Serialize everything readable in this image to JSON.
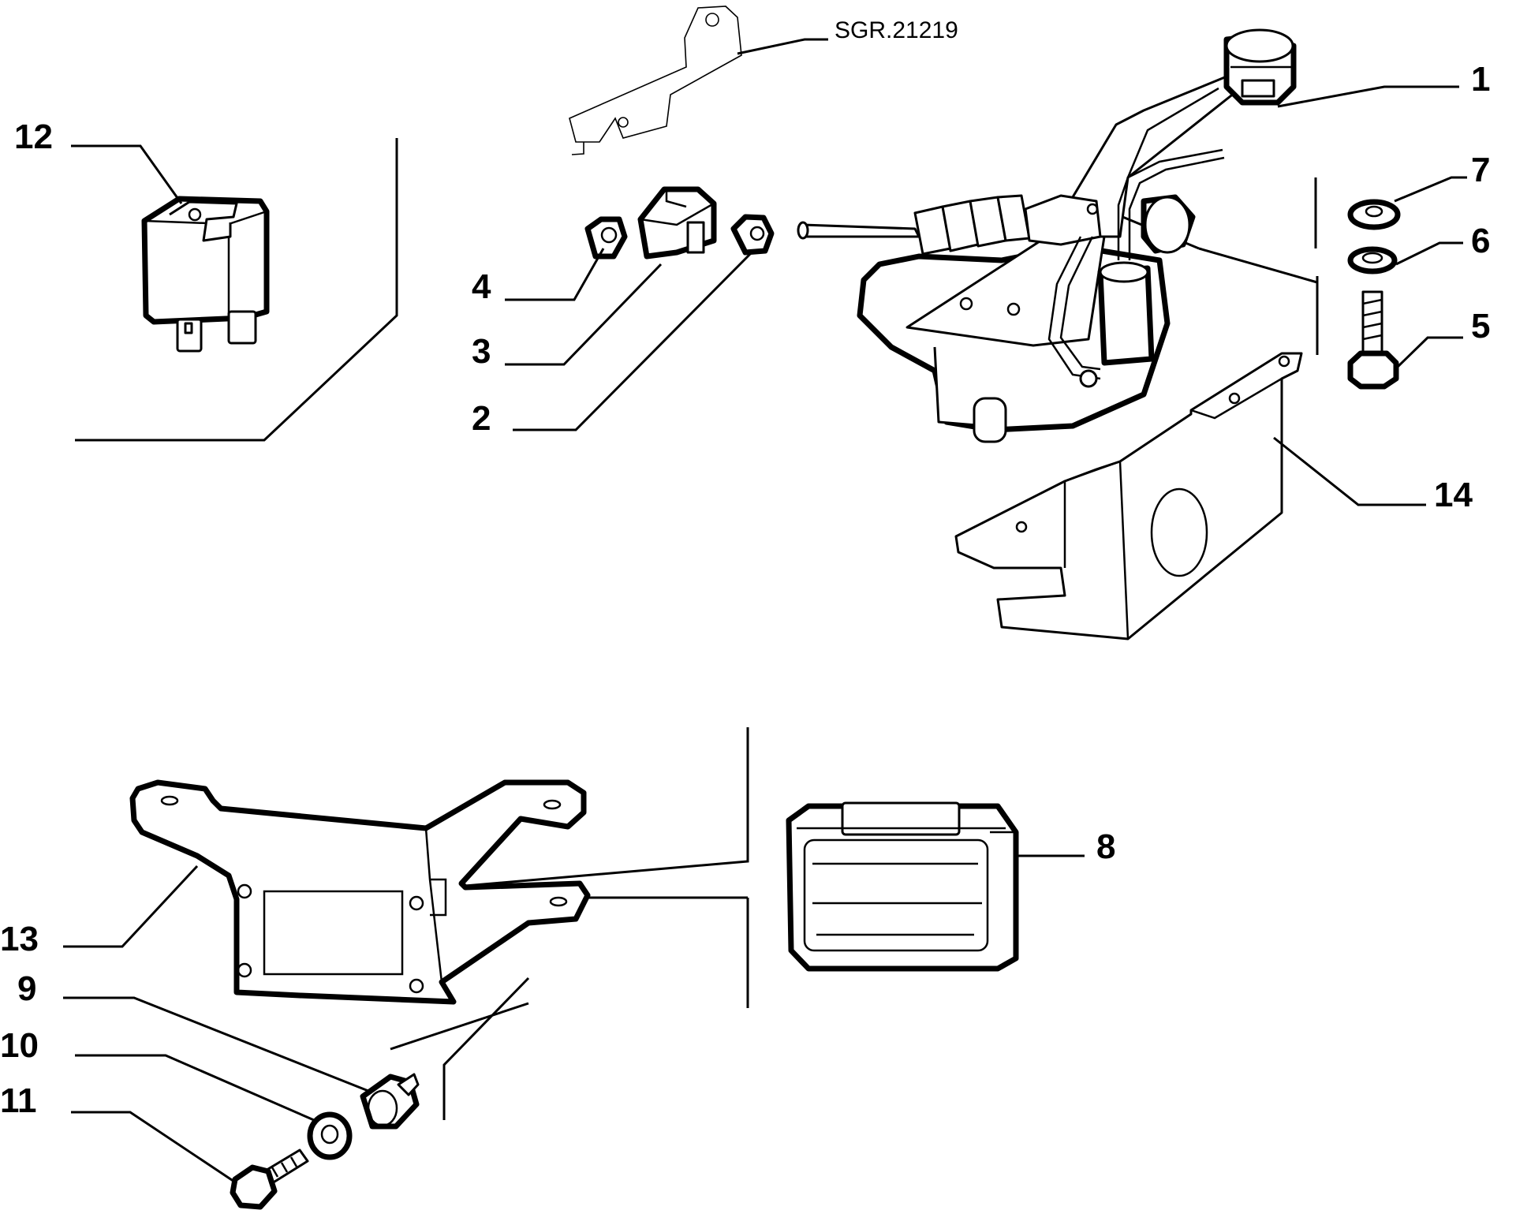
{
  "labels": {
    "p1": "1",
    "p2": "2",
    "p3": "3",
    "p4": "4",
    "p5": "5",
    "p6": "6",
    "p7": "7",
    "p8": "8",
    "p9": "9",
    "p10": "10",
    "p11": "11",
    "p12": "12",
    "p13": "13",
    "p14": "14"
  },
  "reference": "SGR.21219",
  "icons": {
    "relay": "relay-icon",
    "actuator": "actuator-motor-icon",
    "ecu": "control-unit-icon",
    "bracket": "bracket-icon",
    "bolt": "bolt-icon",
    "nut": "nut-icon",
    "washer": "washer-icon",
    "clip": "clip-icon",
    "reference_part": "reference-part-icon"
  }
}
